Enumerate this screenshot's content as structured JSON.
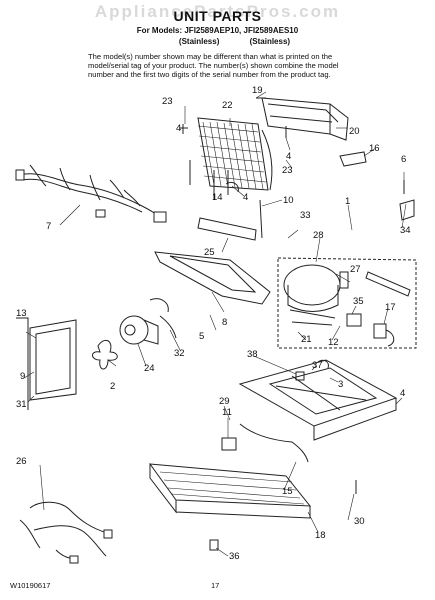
{
  "watermark": "AppliancePartsPros.com",
  "header": {
    "title": "UNIT PARTS",
    "models_line": "For Models: JFI2589AEP10, JFI2589AES10",
    "variant_left": "(Stainless)",
    "variant_right": "(Stainless)"
  },
  "note": {
    "line1": "The model(s) number shown may be different than what is printed on the",
    "line2": "model/serial tag of your product. The number(s) shown combine the model",
    "line3": "number and the first two digits of the serial number from the product tag."
  },
  "callouts": {
    "c1": "1",
    "c2": "2",
    "c3": "3",
    "c4a": "4",
    "c4b": "4",
    "c4c": "4",
    "c5": "5",
    "c6": "6",
    "c7": "7",
    "c8": "8",
    "c9": "9",
    "c10": "10",
    "c11": "11",
    "c12": "12",
    "c13": "13",
    "c14": "14",
    "c15": "15",
    "c16": "16",
    "c17": "17",
    "c18": "18",
    "c19": "19",
    "c20": "20",
    "c21": "21",
    "c22": "22",
    "c23a": "23",
    "c23b": "23",
    "c24": "24",
    "c25": "25",
    "c26": "26",
    "c27": "27",
    "c28": "28",
    "c29": "29",
    "c30": "30",
    "c31": "31",
    "c32": "32",
    "c33": "33",
    "c34": "34",
    "c35": "35",
    "c36": "36",
    "c37": "37",
    "c38": "38"
  },
  "footer": {
    "doc_number": "W10190617",
    "page_number": "17"
  }
}
